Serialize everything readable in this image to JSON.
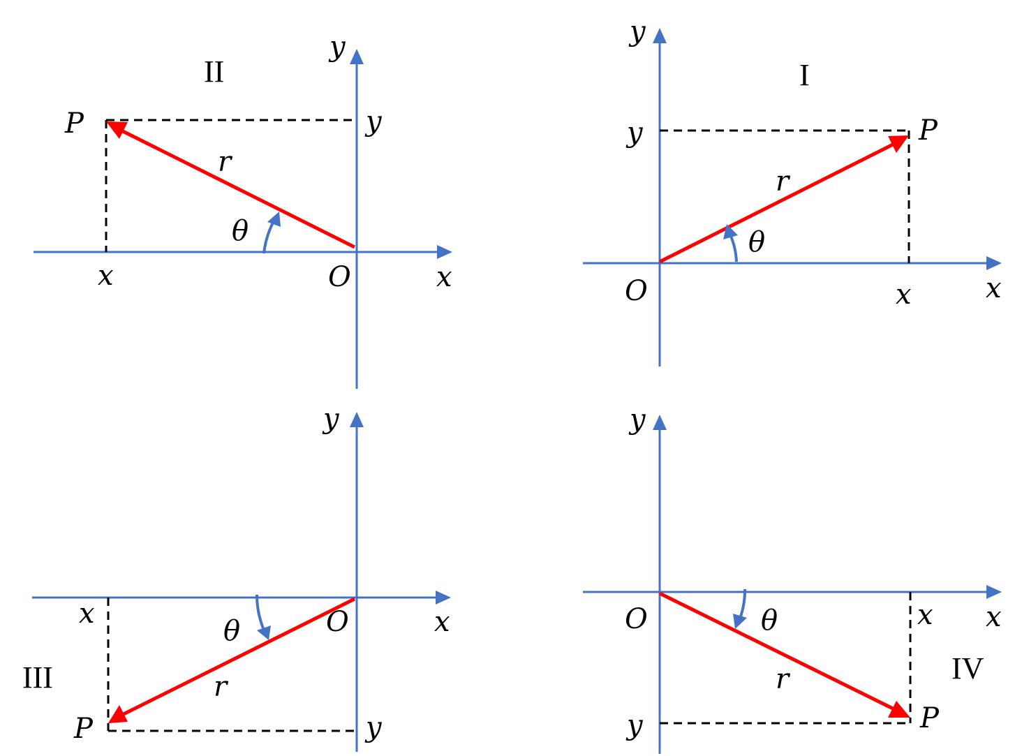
{
  "colors": {
    "axis": "#4472C4",
    "vector": "#FF0000",
    "dashed": "#000000"
  },
  "quadrants": {
    "II": {
      "numeral": "II",
      "P": "P",
      "x": "x",
      "y": "y",
      "r": "r",
      "theta": "θ",
      "O": "O",
      "x_axis": "x",
      "y_axis": "y"
    },
    "I": {
      "numeral": "I",
      "P": "P",
      "x": "x",
      "y": "y",
      "r": "r",
      "theta": "θ",
      "O": "O",
      "x_axis": "x",
      "y_axis": "y"
    },
    "III": {
      "numeral": "III",
      "P": "P",
      "x": "x",
      "y": "y",
      "r": "r",
      "theta": "θ",
      "O": "O",
      "x_axis": "x",
      "y_axis": "y"
    },
    "IV": {
      "numeral": "IV",
      "P": "P",
      "x": "x",
      "y": "y",
      "r": "r",
      "theta": "θ",
      "O": "O",
      "x_axis": "x",
      "y_axis": "y"
    }
  }
}
